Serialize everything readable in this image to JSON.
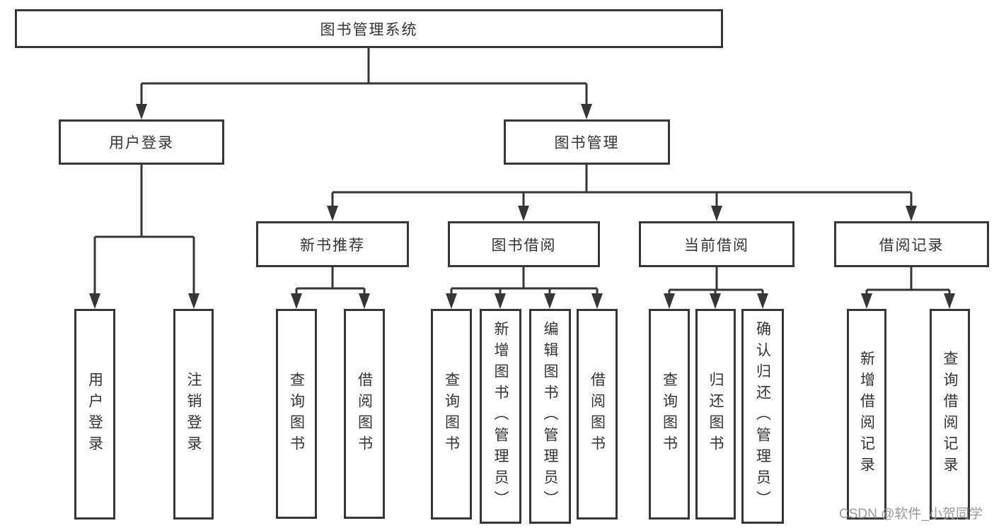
{
  "diagram": {
    "title_node": "图书管理系统",
    "nodes": {
      "root": "图书管理系统",
      "user_login": "用户登录",
      "book_mgmt": "图书管理",
      "new_book_rec": "新书推荐",
      "book_borrow": "图书借阅",
      "current_borrow": "当前借阅",
      "borrow_record": "借阅记录"
    },
    "leaves": {
      "user_login": [
        "用户登录",
        "注销登录"
      ],
      "new_book_rec": [
        "查询图书",
        "借阅图书"
      ],
      "book_borrow": [
        "查询图书",
        "新增图书（管理员）",
        "编辑图书（管理员）",
        "借阅图书"
      ],
      "current_borrow": [
        "查询图书",
        "归还图书",
        "确认归还（管理员）"
      ],
      "borrow_record": [
        "新增借阅记录",
        "查询借阅记录"
      ]
    }
  },
  "watermark": "CSDN @软件_小贺同学",
  "colors": {
    "line": "#363636",
    "text": "#333333",
    "watermark_gray": "#999999",
    "background": "#ffffff"
  }
}
